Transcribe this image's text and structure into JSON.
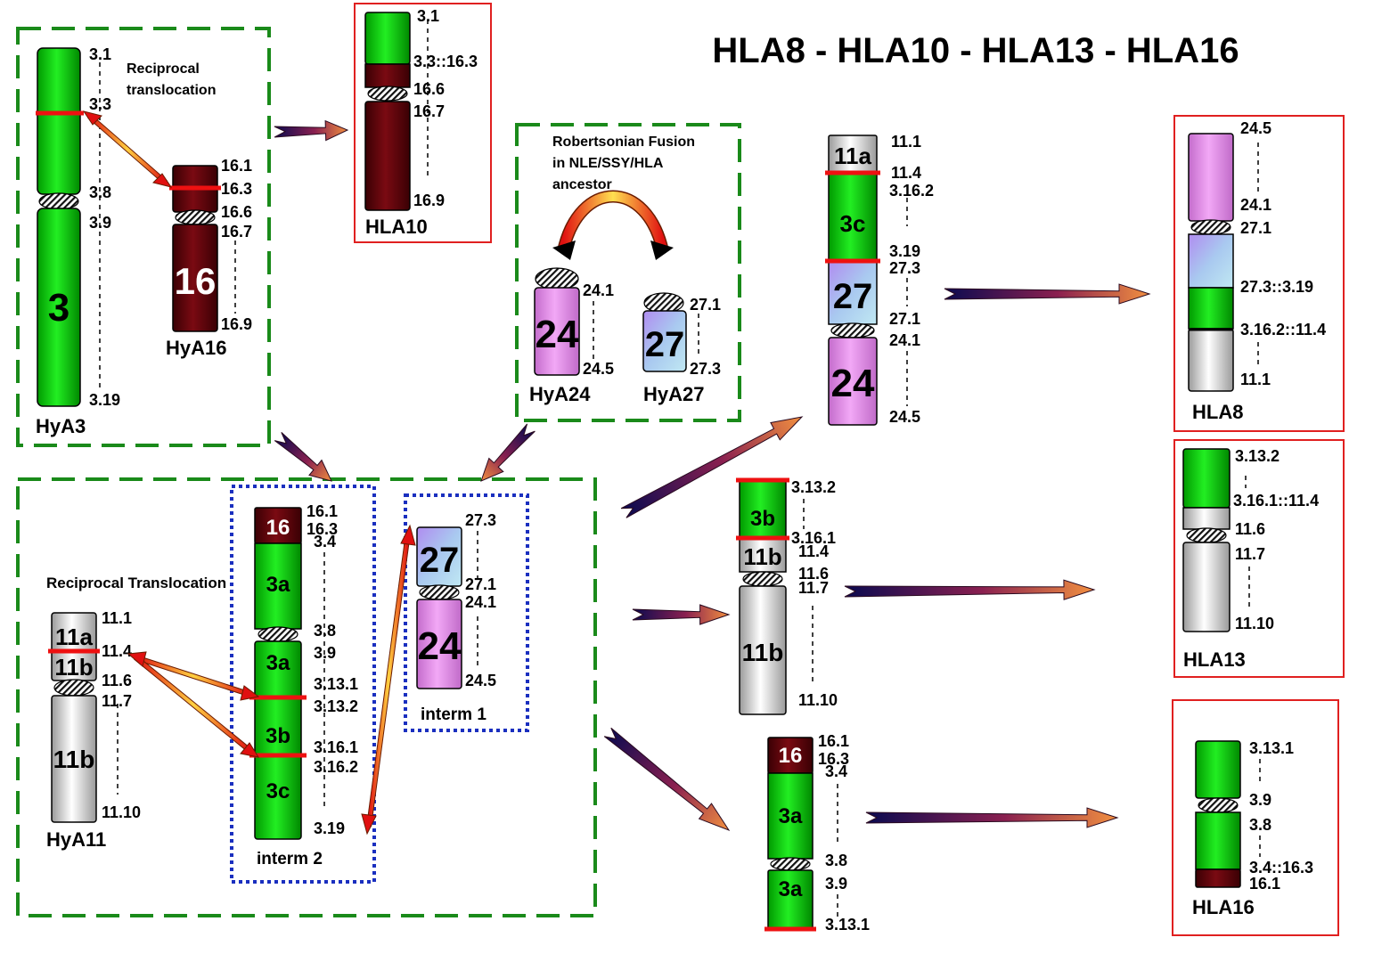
{
  "title": "HLA8 - HLA10 - HLA13 - HLA16",
  "colors": {
    "green": "#00cc00",
    "maroon": "#5a0008",
    "grey": "#cfcfcf",
    "pink": "#e28ae8",
    "lavender": "#a9b4ec",
    "red_mark": "#ee1111",
    "dash_green": "#1a8a1a",
    "dot_blue": "#1a2fbf",
    "box_red": "#e02020"
  },
  "boxes": {
    "reciprocal1": "Reciprocal\ntranslocation",
    "robertsonian": "Robertsonian  Fusion\nin NLE/SSY/HLA\nancestor",
    "reciprocal2": "Reciprocal Translocation",
    "interm1": "interm 1",
    "interm2": "interm 2"
  },
  "chromosomes": {
    "hya3": {
      "name": "HyA3",
      "number": "3",
      "bands": [
        "3.1",
        "3.3",
        "3.8",
        "3.9",
        "3.19"
      ]
    },
    "hya16": {
      "name": "HyA16",
      "number": "16",
      "bands": [
        "16.1",
        "16.3",
        "16.6",
        "16.7",
        "16.9"
      ]
    },
    "hla10": {
      "name": "HLA10",
      "bands": [
        "3.1",
        "3.3::16.3",
        "16.6",
        "16.7",
        "16.9"
      ]
    },
    "hya24": {
      "name": "HyA24",
      "number": "24",
      "bands": [
        "24.1",
        "24.5"
      ]
    },
    "hya27": {
      "name": "HyA27",
      "number": "27",
      "bands": [
        "27.1",
        "27.3"
      ]
    },
    "hya11": {
      "name": "HyA11",
      "segments": [
        "11a",
        "11b",
        "11b"
      ],
      "bands": [
        "11.1",
        "11.4",
        "11.6",
        "11.7",
        "11.10"
      ]
    },
    "interm2": {
      "segments": [
        "16",
        "3a",
        "3a",
        "3b",
        "3c"
      ],
      "bands": [
        "16.1",
        "16.3",
        "3.4",
        "3.8",
        "3.9",
        "3.13.1",
        "3.13.2",
        "3.16.1",
        "3.16.2",
        "3.19"
      ]
    },
    "interm1": {
      "segments": [
        "27",
        "24"
      ],
      "bands": [
        "27.3",
        "27.1",
        "24.1",
        "24.5"
      ]
    },
    "fusion_top": {
      "segments": [
        "11a",
        "3c",
        "27",
        "24"
      ],
      "bands": [
        "11.1",
        "11.4",
        "3.16.2",
        "3.19",
        "27.3",
        "27.1",
        "24.1",
        "24.5"
      ]
    },
    "mid_3b11b": {
      "segments": [
        "3b",
        "11b",
        "11b"
      ],
      "bands": [
        "3.13.2",
        "3.16.1",
        "11.4",
        "11.6",
        "11.7",
        "11.10"
      ]
    },
    "bottom_16_3a": {
      "segments": [
        "16",
        "3a",
        "3a"
      ],
      "bands": [
        "16.1",
        "16.3",
        "3.4",
        "3.8",
        "3.9",
        "3.13.1"
      ]
    },
    "hla8": {
      "name": "HLA8",
      "bands": [
        "24.5",
        "24.1",
        "27.1",
        "27.3::3.19",
        "3.16.2::11.4",
        "11.1"
      ]
    },
    "hla13": {
      "name": "HLA13",
      "bands": [
        "3.13.2",
        "3.16.1::11.4",
        "11.6",
        "11.7",
        "11.10"
      ]
    },
    "hla16": {
      "name": "HLA16",
      "bands": [
        "3.13.1",
        "3.9",
        "3.8",
        "3.4::16.3",
        "16.1"
      ]
    }
  }
}
